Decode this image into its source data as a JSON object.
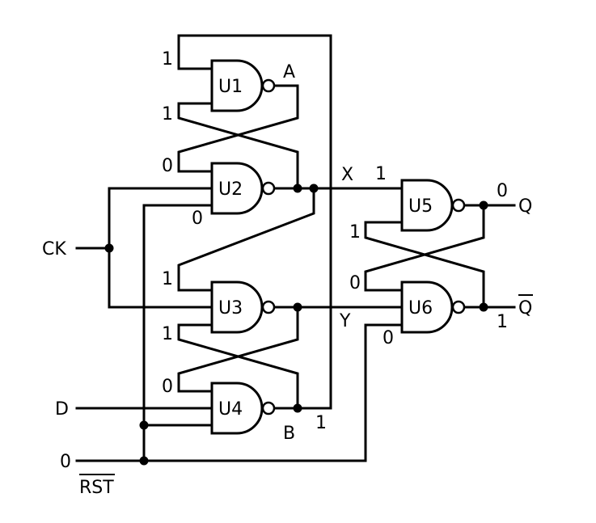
{
  "gates": {
    "u1": "U1",
    "u2": "U2",
    "u3": "U3",
    "u4": "U4",
    "u5": "U5",
    "u6": "U6"
  },
  "signals": {
    "clock": "CK",
    "data": "D",
    "reset": "RST",
    "reset_value": "0",
    "node_a": "A",
    "node_b": "B",
    "node_x": "X",
    "node_y": "Y",
    "q": "Q",
    "q_bar": "Q"
  },
  "logic_levels": {
    "u1_in_top": "1",
    "u1_in_bottom": "1",
    "u2_in_top": "0",
    "u2_in_bottom": "0",
    "u3_in_top": "1",
    "u3_in_bottom": "1",
    "u4_in_top": "0",
    "u4_out": "1",
    "x_value": "1",
    "u5_in_bottom": "1",
    "q_value": "0",
    "u6_in_top": "0",
    "u6_in_bottom": "0",
    "qbar_value": "1"
  }
}
